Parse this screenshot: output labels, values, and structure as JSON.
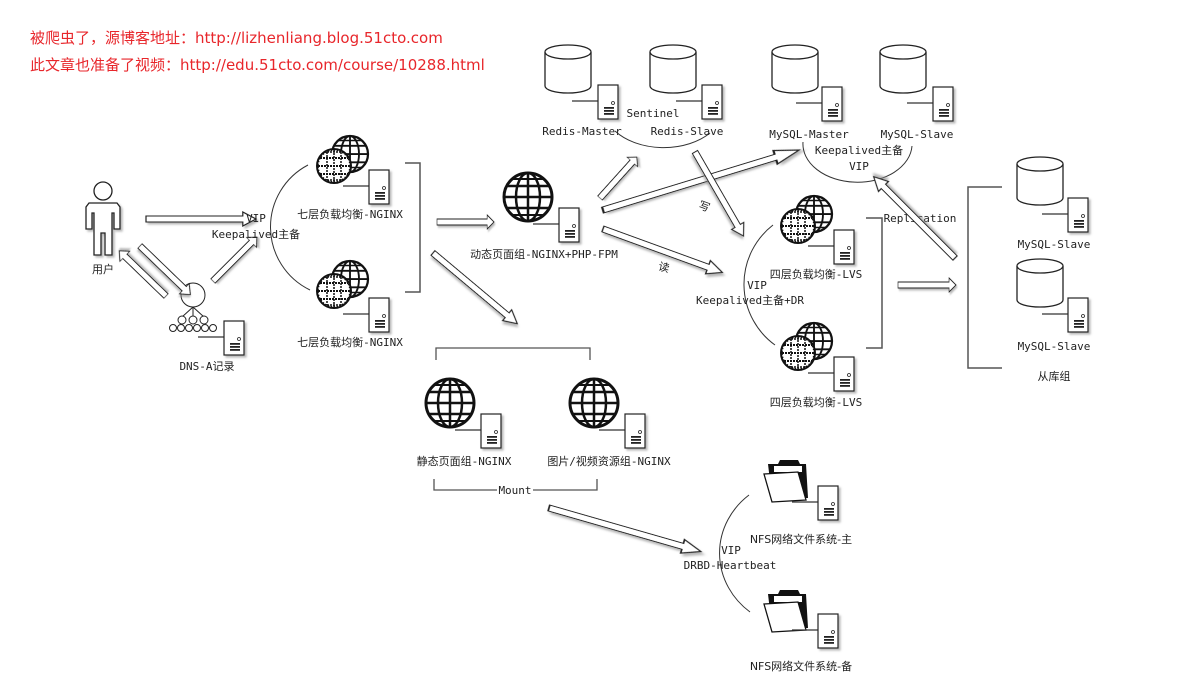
{
  "watermark": {
    "line1": "被爬虫了，源博客地址：http://lizhenliang.blog.51cto.com",
    "line2": "此文章也准备了视频：http://edu.51cto.com/course/10288.html",
    "color": "#e8262b"
  },
  "nodes": {
    "user": "用户",
    "dns": "DNS-A记录",
    "vip_front": "VIP",
    "keepalived_front": "Keepalived主备",
    "nginx_lb_1": "七层负载均衡-NGINX",
    "nginx_lb_2": "七层负载均衡-NGINX",
    "dynamic": "动态页面组-NGINX+PHP-FPM",
    "static": "静态页面组-NGINX",
    "media": "图片/视频资源组-NGINX",
    "mount": "Mount",
    "redis_master": "Redis-Master",
    "redis_slave": "Redis-Slave",
    "sentinel": "Sentinel",
    "mysql_master": "MySQL-Master",
    "mysql_slave_top": "MySQL-Slave",
    "keepalived_mysql": "Keepalived主备",
    "vip_mysql": "VIP",
    "write": "写",
    "read": "读",
    "lvs_1": "四层负载均衡-LVS",
    "lvs_2": "四层负载均衡-LVS",
    "vip_lvs": "VIP",
    "keepalived_lvs": "Keepalived主备+DR",
    "replication": "Replication",
    "mysql_slave_1": "MySQL-Slave",
    "mysql_slave_2": "MySQL-Slave",
    "slave_group": "从库组",
    "nfs_master": "NFS网络文件系统-主",
    "nfs_backup": "NFS网络文件系统-备",
    "vip_nfs": "VIP",
    "drbd": "DRBD-Heartbeat"
  }
}
